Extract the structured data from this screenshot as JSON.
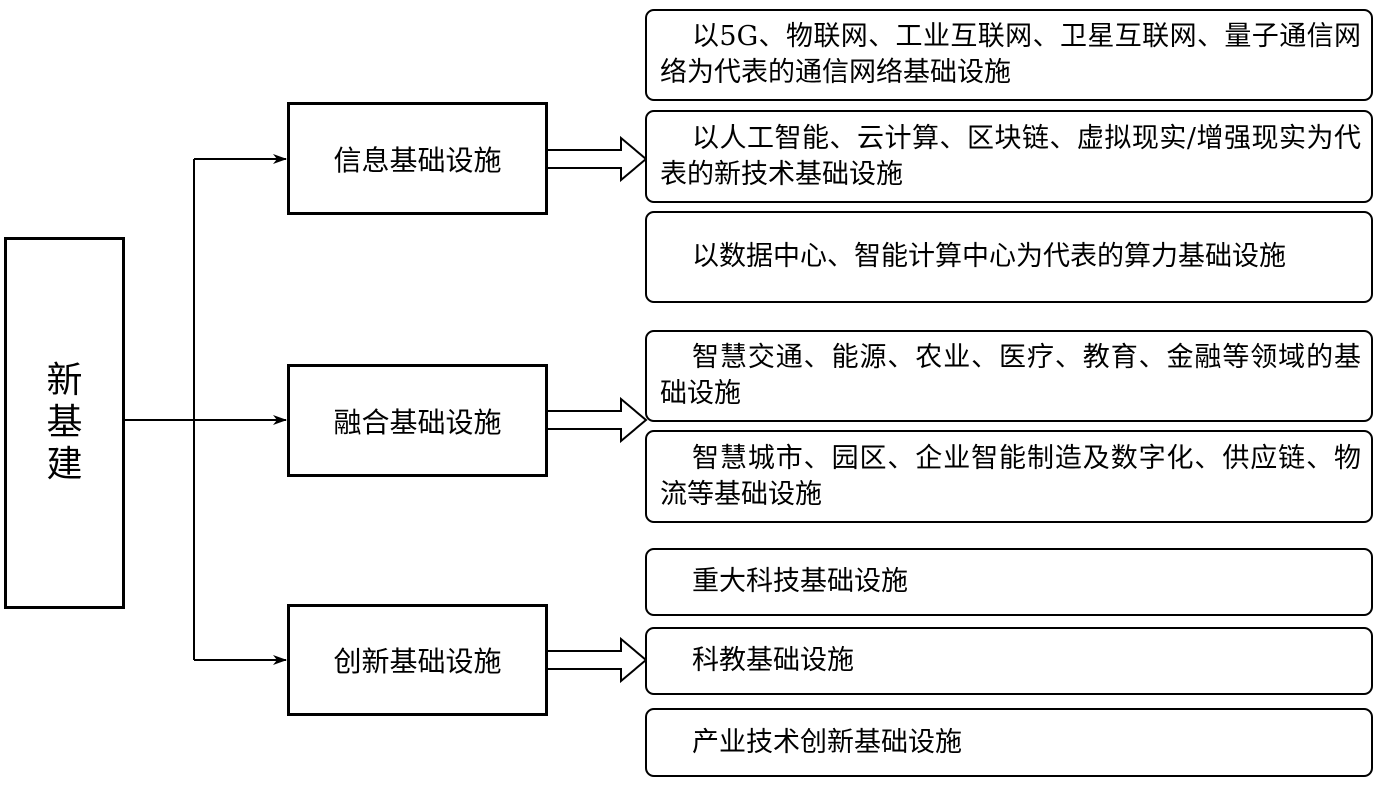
{
  "root": {
    "label": [
      "新",
      "基",
      "建"
    ]
  },
  "categories": [
    {
      "label": "信息基础设施",
      "items": [
        "以5G、物联网、工业互联网、卫星互联网、量子通信网络为代表的通信网络基础设施",
        "以人工智能、云计算、区块链、虚拟现实/增强现实为代表的新技术基础设施",
        "以数据中心、智能计算中心为代表的算力基础设施"
      ]
    },
    {
      "label": "融合基础设施",
      "items": [
        "智慧交通、能源、农业、医疗、教育、金融等领域的基础设施",
        "智慧城市、园区、企业智能制造及数字化、供应链、物流等基础设施"
      ]
    },
    {
      "label": "创新基础设施",
      "items": [
        "重大科技基础设施",
        "科教基础设施",
        "产业技术创新基础设施"
      ]
    }
  ]
}
